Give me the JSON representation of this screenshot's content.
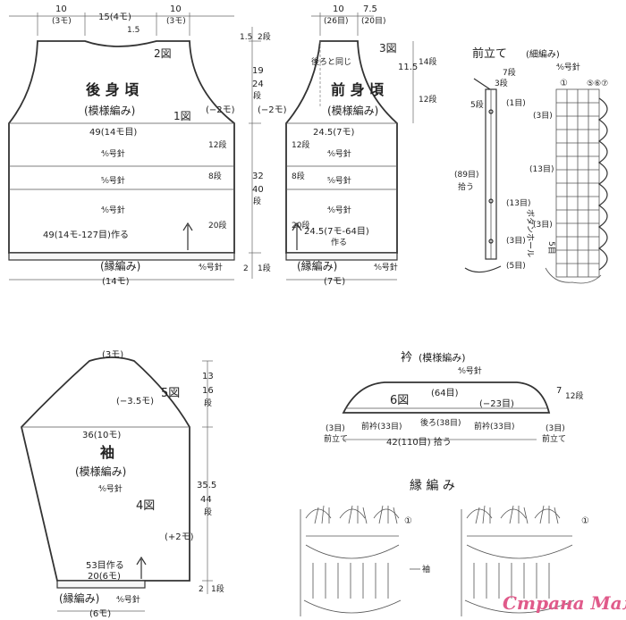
{
  "back": {
    "top_w1": "10",
    "top_w1_m": "(3モ)",
    "top_w2": "15(4モ)",
    "top_w3": "10",
    "top_w3_m": "(3モ)",
    "neck_drop": "1.5",
    "diagram_no": "2図",
    "title": "後 身 頃",
    "pattern": "(模様編み)",
    "fig1": "1図",
    "dec": "(−2モ)",
    "chest": "49(14モ目)",
    "row12": "12段",
    "row8": "8段",
    "row20": "20段",
    "needle1": "⁴⁄₀号針",
    "needle2": "⁵⁄₀号針",
    "needle3": "⁴⁄₀号針",
    "cast_on": "49(14モ-127目)作る",
    "border": "(縁編み)",
    "border_needle": "⁴⁄₀号針",
    "bottom_m": "(14モ)"
  },
  "mid_dims": {
    "a1": "1.5",
    "a1r": "2段",
    "b1": "19",
    "b2": "24",
    "b3": "段",
    "c1": "32",
    "c2": "40",
    "c3": "段",
    "d1": "2",
    "d2": "1段"
  },
  "front": {
    "top_w1": "10",
    "top_w1_m": "(26目)",
    "top_w2": "7.5",
    "top_w2_m": "(20目)",
    "diagram_no": "3図",
    "same_as_back": "後ろと同じ",
    "title": "前 身 頃",
    "pattern": "(模様編み)",
    "dec": "(−2モ)",
    "chest": "24.5(7モ)",
    "row12": "12段",
    "row8": "8段",
    "row20": "20段",
    "needle1": "⁴⁄₀号針",
    "needle2": "⁵⁄₀号針",
    "needle3": "⁴⁄₀号針",
    "side1": "11.5",
    "side1r": "14段",
    "side2": "12段",
    "cast_on": "24.5(7モ-64目)",
    "cast_on2": "作る",
    "border": "(縁編み)",
    "border_needle": "⁴⁄₀号針",
    "bottom_m": "(7モ)"
  },
  "band": {
    "title": "前立て",
    "pattern": "(細編み)",
    "needle": "⁴⁄₀号針",
    "r7": "7段",
    "r3": "3段",
    "r5": "5段",
    "m1": "(1目)",
    "m89": "(89目)",
    "pick": "拾う",
    "m13": "(13目)",
    "buttonhole": "ボタンホール",
    "m3": "(3目)",
    "m5": "(5目)",
    "chart_m3": "(3目)",
    "chart_m13": "(13目)",
    "chart_m3b": "(3目)",
    "chart_m5": "5目",
    "col_marks": "①",
    "col_marks2": "⑤⑥⑦"
  },
  "sleeve": {
    "top": "(3モ)",
    "dec": "(−3.5モ)",
    "diagram_no": "5図",
    "width": "36(10モ)",
    "title": "袖",
    "pattern": "(模様編み)",
    "needle": "⁴⁄₀号針",
    "fig4": "4図",
    "inc": "(+2モ)",
    "cast_on": "53目作る",
    "cast_on2": "20(6モ)",
    "border": "(縁編み)",
    "border_needle": "⁴⁄₀号針",
    "bottom_m": "(6モ)",
    "h1": "13",
    "h1r": "16",
    "h1s": "段",
    "h2": "35.5",
    "h2r": "44",
    "h2s": "段",
    "h3": "2",
    "h3r": "1段"
  },
  "collar": {
    "title": "衿",
    "pattern": "(模様編み)",
    "needle": "⁴⁄₀号針",
    "diagram_no": "6図",
    "m64": "(64目)",
    "dec": "(−23目)",
    "height": "7",
    "height_r": "12段",
    "l3": "(3目)",
    "l3b": "前立て",
    "front_l": "前衿(33目)",
    "back": "後ろ(38目)",
    "front_r": "前衿(33目)",
    "r3": "(3目)",
    "r3b": "前立て",
    "total": "42(110目) 拾う"
  },
  "edge": {
    "title": "縁 編 み",
    "mark1": "①",
    "mark_sleeve": "袖",
    "mark1b": "①"
  },
  "watermark": "Страна Мам"
}
